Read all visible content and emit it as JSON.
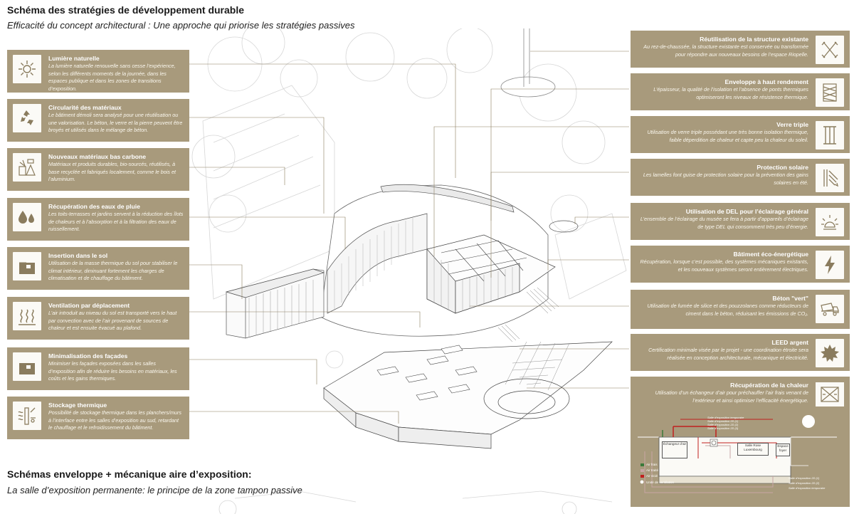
{
  "header": {
    "title": "Schéma des stratégies de développement durable",
    "subtitle": "Efficacité du concept architectural : Une approche qui priorise les stratégies passives"
  },
  "footer": {
    "title": "Schémas enveloppe + mécanique aire d’exposition:",
    "subtitle": "La salle d’exposition permanente: le principe de la zone tampon passive"
  },
  "left_cards": [
    {
      "title": "Lumière naturelle",
      "text": "La lumière naturelle renouvelle sans cesse l’expérience, selon les différents moments de la journée, dans les espaces publique et dans les zones de transitions d’exposition.",
      "icon": "sun-icon"
    },
    {
      "title": "Circularité des matériaux",
      "text": "Le bâtiment démoli sera analysé pour une réutilisation ou une valorisation. Le béton, le verre et la pierre peuvent être broyés et utilisés dans le mélange de béton.",
      "icon": "recycle-icon"
    },
    {
      "title": "Nouveaux matériaux bas carbone",
      "text": "Matériaux et produits durables, bio-sourcés, réutilisés, à base recyclée et fabriqués localement, comme le bois et l’aluminium.",
      "icon": "materials-icon"
    },
    {
      "title": "Récupération des eaux de pluie",
      "text": "Les toits-terrasses et jardins servent à la réduction des îlots de chaleurs et à l’absorption et à la filtration des eaux de ruissellement.",
      "icon": "water-drops-icon"
    },
    {
      "title": "Insertion dans le sol",
      "text": "Utilisation de la masse thermique du sol pour stabiliser le climat intérieur, diminuant fortement les charges de climatisation et de chauffage du bâtiment.",
      "icon": "ground-insertion-icon"
    },
    {
      "title": "Ventilation par déplacement",
      "text": "L’air introduit au niveau du sol est transporté vers le haut par convection avec de l’air provenant de sources de chaleur et est ensuite évacué au plafond.",
      "icon": "ventilation-icon"
    },
    {
      "title": "Minimalisation des façades",
      "text": "Minimiser les façades exposées dans les salles d’exposition afin de réduire les besoins en matériaux, les coûts et les gains thermiques.",
      "icon": "facade-icon"
    },
    {
      "title": "Stockage thermique",
      "text": "Possibilité de stockage thermique dans les planchers/murs à l’interface entre les salles d’exposition au sud, retardant le chauffage et le refroidissement du bâtiment.",
      "icon": "thermal-storage-icon"
    }
  ],
  "right_cards": [
    {
      "title": "Réutilisation de la structure existante",
      "text": "Au rez-de-chaussée, la structure existante est conservée ou transformée pour répondre aux nouveaux besoins de l’espace Riopelle.",
      "icon": "structure-icon"
    },
    {
      "title": "Enveloppe à haut rendement",
      "text": "L’épaisseur, la qualité de l’isolation et l’absence de ponts thermiques optimiseront les niveaux de résistence thermique.",
      "icon": "insulation-icon"
    },
    {
      "title": "Verre triple",
      "text": "Utilisation de verre triple possédant une très bonne isolation thermique, faible déperdition de chaleur et capte peu la chaleur du soleil.",
      "icon": "triple-glass-icon"
    },
    {
      "title": "Protection solaire",
      "text": "Les lamelles font guise de protection solaire pour la prévention des gains solaires en été.",
      "icon": "sun-shade-icon"
    },
    {
      "title": "Utilisation de DEL pour l’éclairage général",
      "text": "L’ensemble de l’éclairage du musée se fera à partir d’appareils d’éclairage de type DEL qui consomment très peu d’énergie.",
      "icon": "led-lamp-icon"
    },
    {
      "title": "Bâtiment éco-énergétique",
      "text": "Récupération, lorsque c’est possible, des systèmes mécaniques existants, et les nouveaux systèmes seront entièrement électriques.",
      "icon": "lightning-icon"
    },
    {
      "title": "Béton \"vert\"",
      "text": "Utilisation de fumée de silice et des pouzzolanes comme réducteurs de ciment dans le béton, réduisant les émissions de CO₂.",
      "icon": "concrete-truck-icon"
    },
    {
      "title": "LEED argent",
      "text": "Certification minimale visée par le projet - une coordination étroite sera réalisée en conception architecturale, mécanique et électricité.",
      "icon": "leed-leaf-icon"
    }
  ],
  "heat_recovery": {
    "title": "Récupération de la chaleur",
    "text": "Utilisation d’un échangeur d’air pour préchauffer l’air frais venant de l’extérieur et ainsi optimiser l’efficacité énergétique.",
    "icon": "heat-exchanger-icon",
    "section": {
      "top_labels": [
        "Salle d’exposition temporaire",
        "Salle d’exposition 2D (1)",
        "Salle d’exposition 2D (2)",
        "Salle d’exposition 2D (3)"
      ],
      "exchanger": "Échangeur d’air",
      "hall": "Salle Rose Luxembourg",
      "foyer": "Espace foyer",
      "legend": [
        "Air frais",
        "Air traité",
        "Air vicié",
        "Unité de ventilation"
      ],
      "legend_colors": [
        "#3a7a3a",
        "#c7a5a5",
        "#c0201e",
        "#ffffff"
      ],
      "bottom_labels": [
        "Salle d’exposition 2D (1)",
        "Salle d’exposition 2D (2)",
        "Salle d’exposition temporaire"
      ]
    }
  },
  "colors": {
    "card": "#a89a7c",
    "icon_bg": "#fbfaf6",
    "line": "#8a7c5e"
  }
}
